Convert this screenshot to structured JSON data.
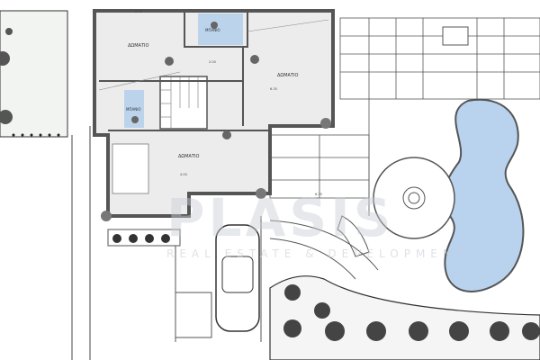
{
  "plan": {
    "rooms": [
      {
        "label": "ΔΩΜΑΤΙΟ"
      },
      {
        "label": "ΔΩΜΑΤΙΟ"
      },
      {
        "label": "ΔΩΜΑΤΙΟ"
      },
      {
        "label": "ΜΠΑΝΙΟ"
      },
      {
        "label": "ΜΠΑΝΙΟ"
      }
    ],
    "dimensions": [
      "6.35",
      "2.00",
      "6.35",
      "4.00",
      "6.35"
    ],
    "watermark": {
      "brand": "PLASIS",
      "tagline": "REAL ESTATE & DEVELOPMENT"
    },
    "colors": {
      "wall": "#555555",
      "tile": "#bcd3ec",
      "pool": "#b9d3ee",
      "floor": "#ececec"
    }
  }
}
